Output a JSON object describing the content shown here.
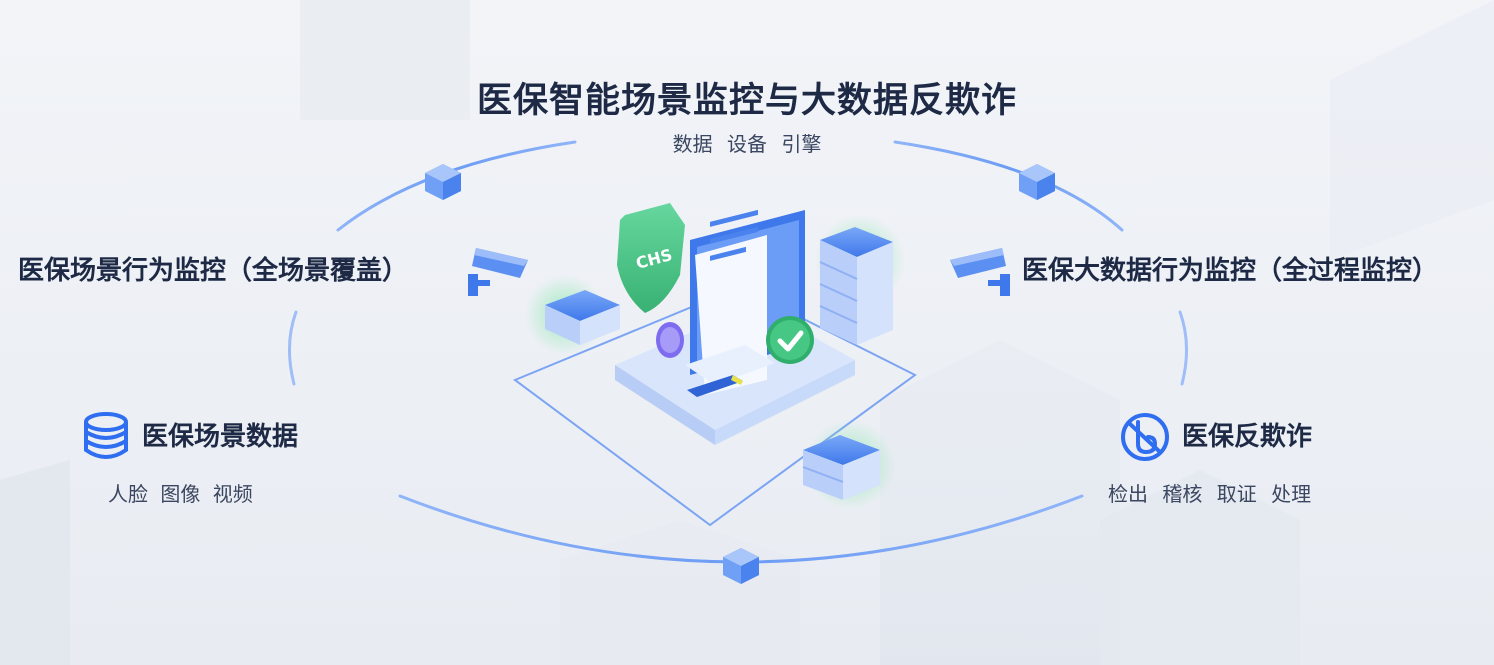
{
  "title": "医保智能场景监控与大数据反欺诈",
  "subtitle": "数据  设备  引擎",
  "left_mid": "医保场景行为监控（全场景覆盖）",
  "right_mid": "医保大数据行为监控（全过程监控）",
  "left_low": {
    "title": "医保场景数据",
    "sub": "人脸 图像  视频"
  },
  "right_low": {
    "title": "医保反欺诈",
    "sub": "检出  稽核  取证  处理"
  },
  "shield_text": "CHS",
  "colors": {
    "text_dark": "#1e2a45",
    "accent_blue": "#2f6ef0",
    "light_blue": "#8fb4f8",
    "green": "#3ed27a"
  },
  "icons": [
    "database-icon",
    "anti-fraud-icon",
    "camera-icon",
    "cube-icon",
    "server-icon",
    "shield-icon",
    "check-icon"
  ]
}
